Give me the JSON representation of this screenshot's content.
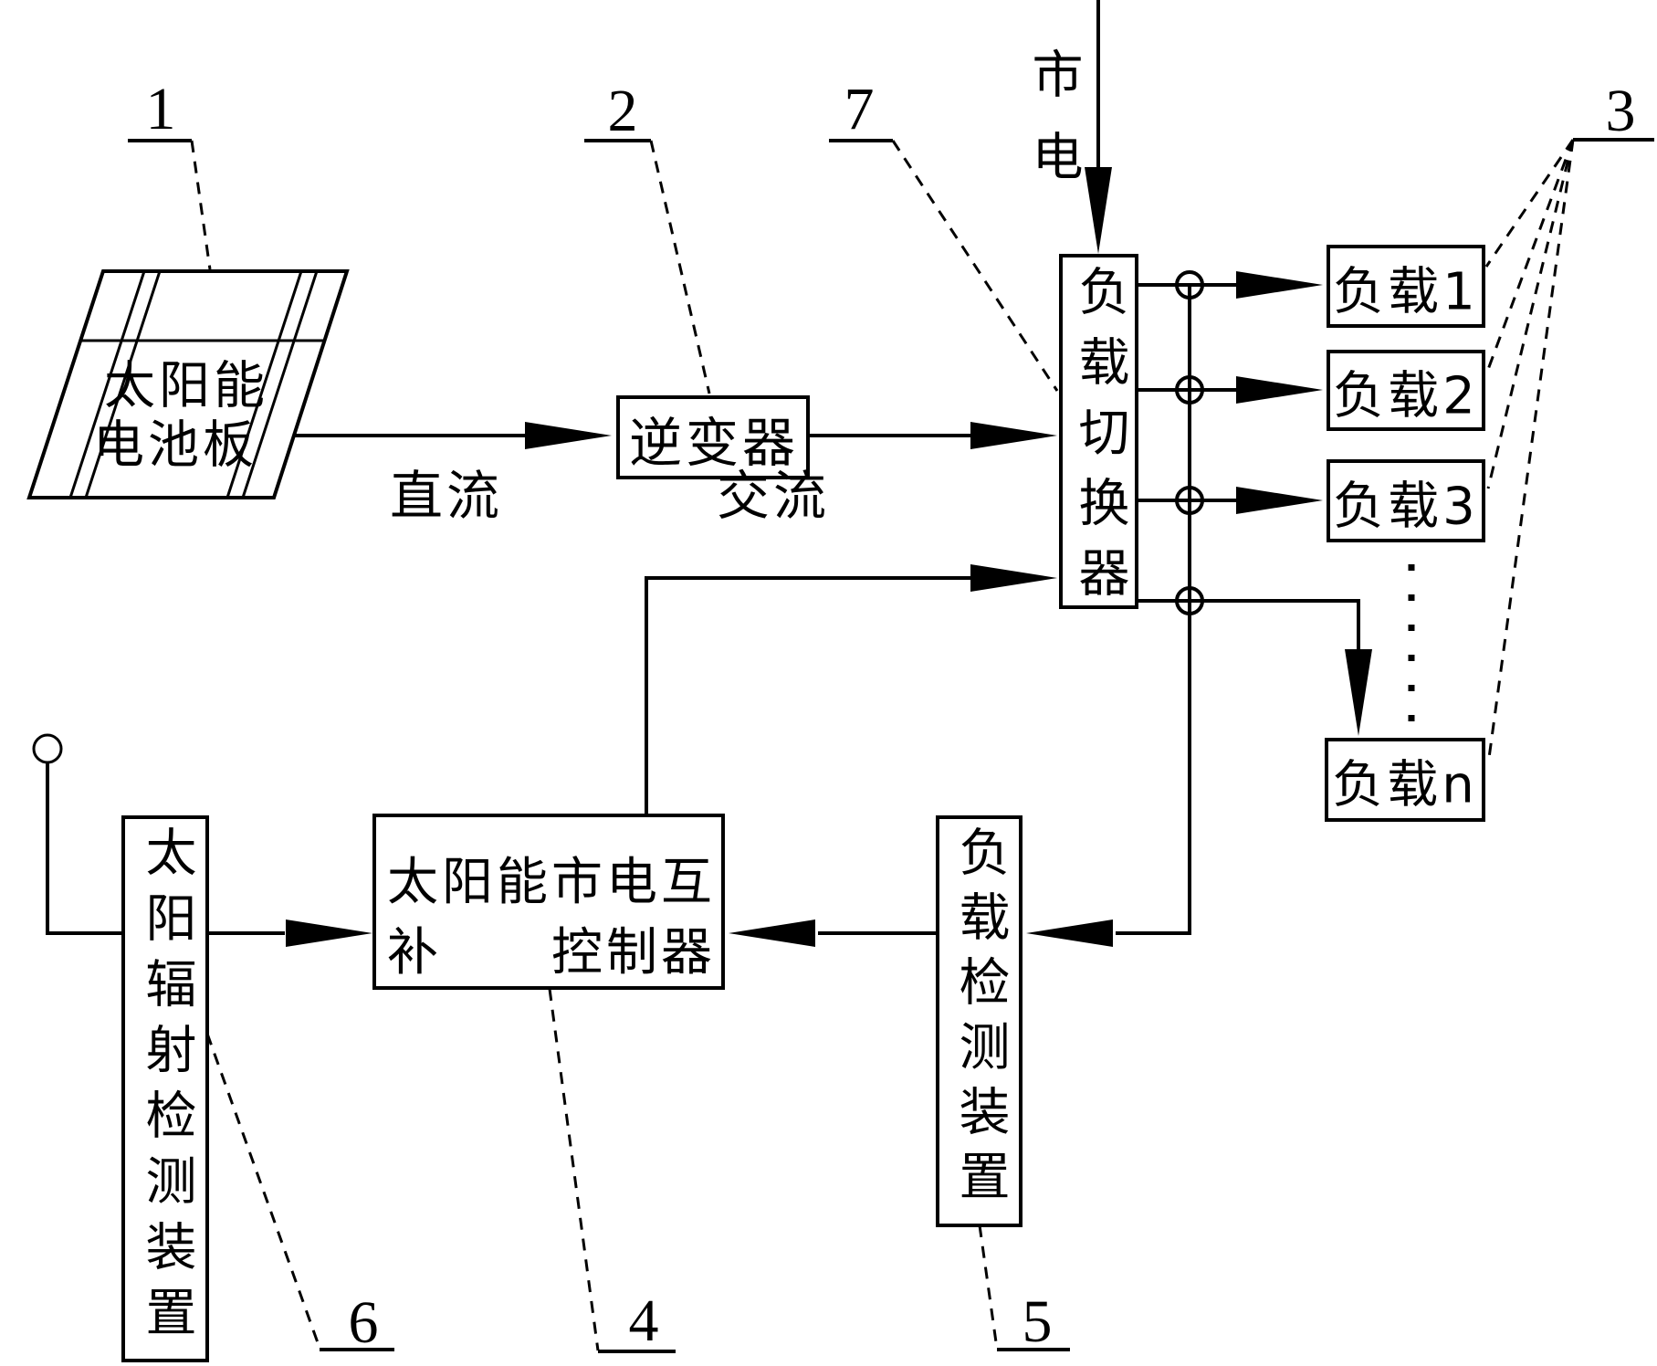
{
  "figure": {
    "colors": {
      "background": "#ffffff",
      "line": "#000000"
    },
    "flow_labels": {
      "dc": "直流",
      "ac": "交流",
      "mains": "市电"
    },
    "reference_numerals": {
      "r1": "1",
      "r2": "2",
      "r3": "3",
      "r4": "4",
      "r5": "5",
      "r6": "6",
      "r7": "7"
    },
    "blocks": {
      "solar_panel_line1": "太阳能",
      "solar_panel_line2": "电池板",
      "inverter": "逆变器",
      "load_switcher": "负载切换器",
      "controller_line1": "太阳能市电互",
      "controller_line2": "补　　控制器",
      "load_detector": "负载检测装置",
      "radiation_detector": "太阳辐射检测装置",
      "load1": "负载1",
      "load2": "负载2",
      "load3": "负载3",
      "loadn": "负载n"
    }
  }
}
